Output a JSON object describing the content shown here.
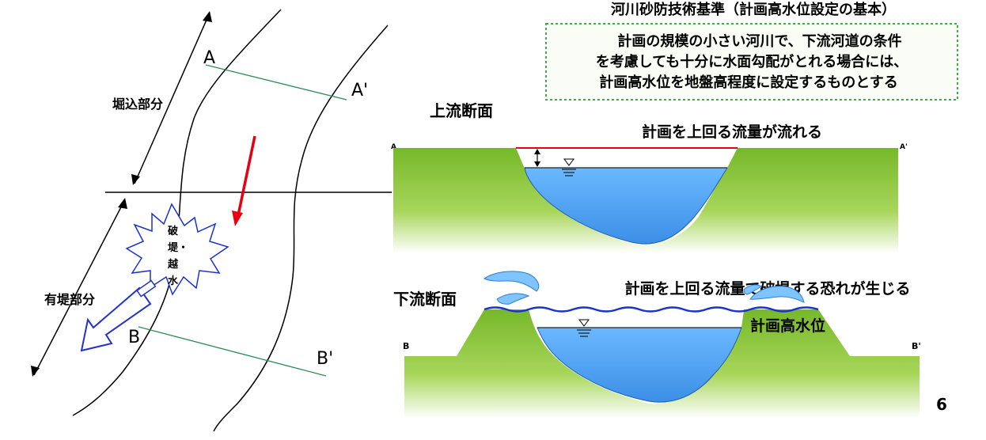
{
  "header": {
    "title": "河川砂防技術基準（計画高水位設定の基本）",
    "box_lines": [
      "計画の規模の小さい河川で、下流河道の条件",
      "を考慮しても十分に水面勾配がとれる場合には、",
      "計画高水位を地盤高程度に設定するものとする"
    ]
  },
  "plan": {
    "label_a": "A",
    "label_a_prime": "A'",
    "label_b": "B",
    "label_b_prime": "B'",
    "excavated_section": "堀込部分",
    "levee_section": "有堤部分",
    "breach_chars": [
      "破",
      "堤・",
      "越",
      "水"
    ]
  },
  "upstream": {
    "title": "上流断面",
    "caption": "計画を上回る流量が流れる",
    "end_left": "A",
    "end_right": "A'"
  },
  "downstream": {
    "title": "下流断面",
    "caption": "計画を上回る流量で破堤する恐れが生じる",
    "hwl_label": "計画高水位",
    "end_left": "B",
    "end_right": "B'"
  },
  "page_number": "6",
  "colors": {
    "ground": "#8cc63f",
    "water": "#5aaaf0",
    "box_border": "#3fae49",
    "box_fill": "#fafdf5",
    "arrow_red": "#e60012",
    "flow_arrow": "#2233cc",
    "section_line": "#2e8b57"
  }
}
